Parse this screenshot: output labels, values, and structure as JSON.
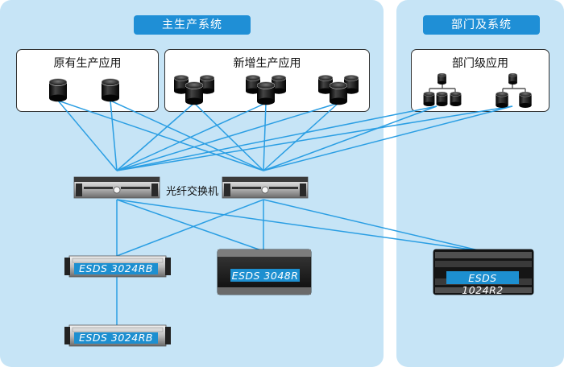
{
  "panels": {
    "main_title": "主生产系统",
    "dept_title": "部门及系统"
  },
  "groups": {
    "legacy": "原有生产应用",
    "new": "新增生产应用",
    "dept": "部门级应用"
  },
  "switch_label": "光纤交换机",
  "storage": {
    "left_top": "ESDS 3024RB",
    "left_bottom": "ESDS 3024RB",
    "middle": "ESDS 3048R",
    "right": "ESDS 1024R2"
  },
  "colors": {
    "panel_bg": "#c6e4f6",
    "title_pill": "#1f8fd6",
    "link_line": "#2a9ee3"
  }
}
